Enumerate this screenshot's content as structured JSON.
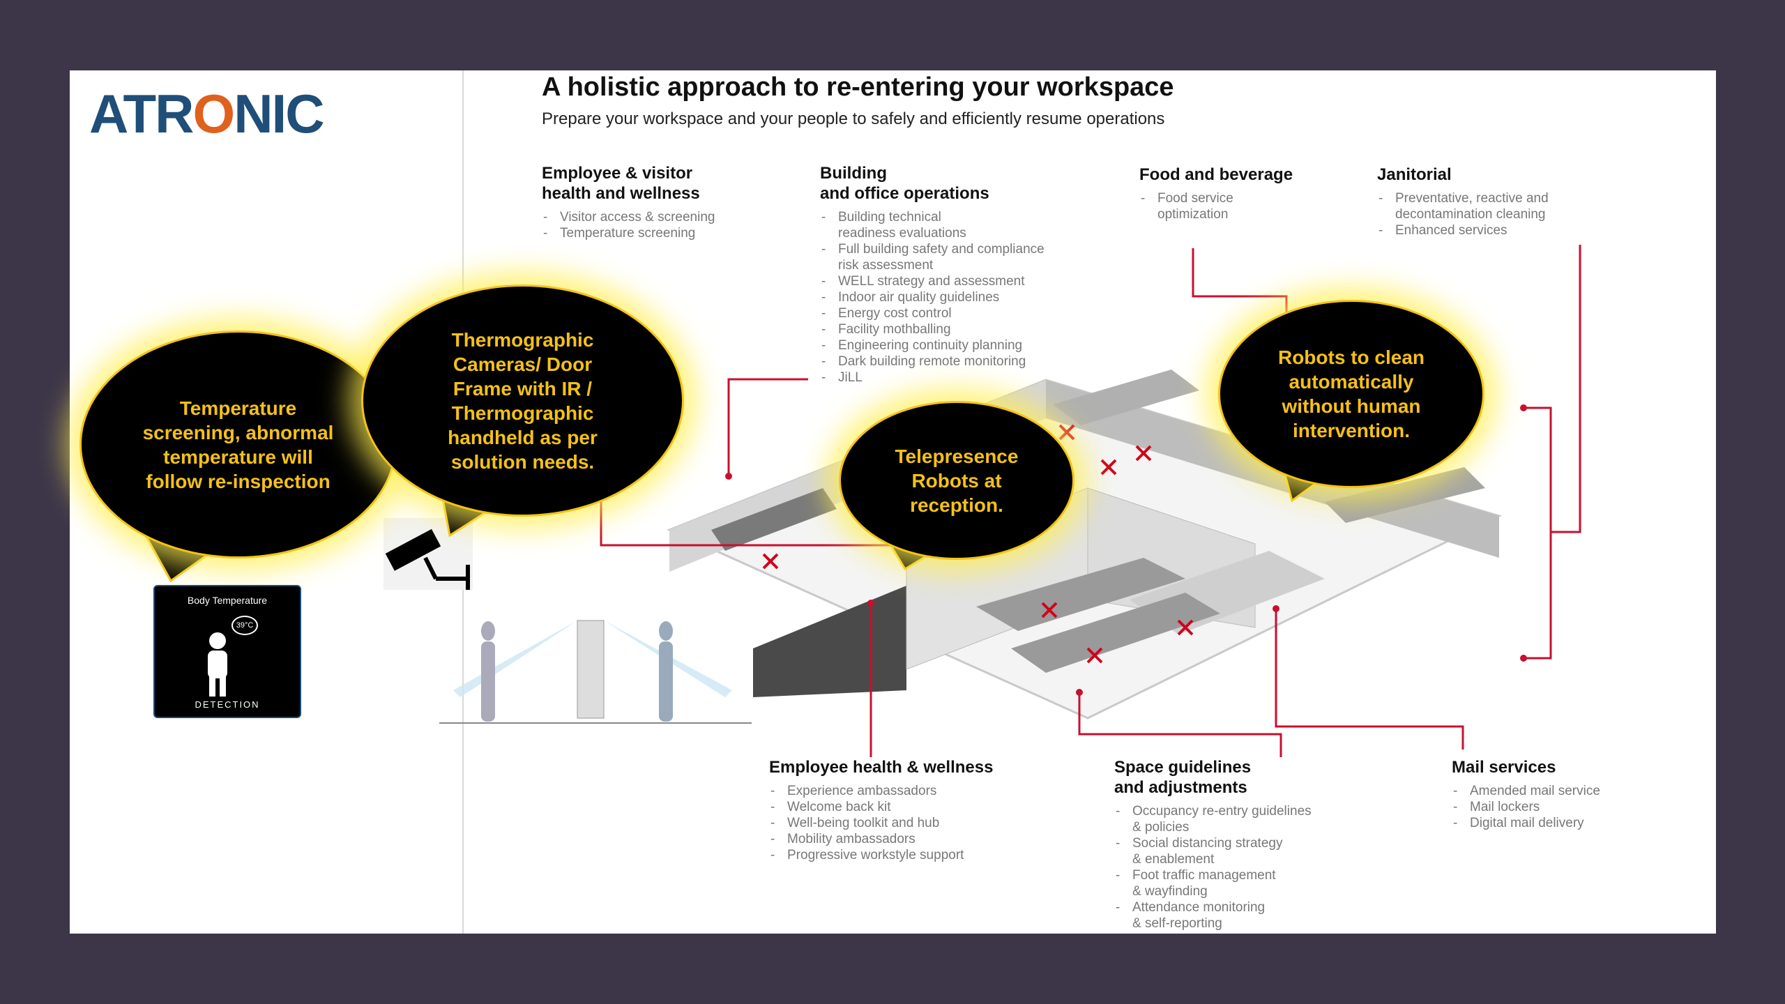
{
  "logo": {
    "text_pre": "ATR",
    "text_o": "O",
    "text_post": "NIC"
  },
  "header": {
    "title": "A holistic approach to re-entering your workspace",
    "subtitle": "Prepare your workspace and your people to safely and efficiently resume operations"
  },
  "top_sections": [
    {
      "heading": "Employee & visitor\nhealth and wellness",
      "items": [
        "Visitor access & screening",
        "Temperature screening"
      ]
    },
    {
      "heading": "Building\nand office operations",
      "items": [
        "Building technical\nreadiness evaluations",
        "Full building safety and compliance\nrisk assessment",
        "WELL strategy and assessment",
        "Indoor air quality guidelines",
        "Energy cost control",
        "Facility mothballing",
        "Engineering continuity planning",
        "Dark building remote monitoring",
        "JiLL"
      ]
    },
    {
      "heading": "Food and beverage",
      "items": [
        "Food service\noptimization"
      ]
    },
    {
      "heading": "Janitorial",
      "items": [
        "Preventative, reactive and\ndecontamination cleaning",
        "Enhanced services"
      ]
    }
  ],
  "bottom_sections": [
    {
      "heading": "Employee health & wellness",
      "items": [
        "Experience ambassadors",
        "Welcome back kit",
        "Well-being toolkit and hub",
        "Mobility ambassadors",
        "Progressive workstyle support"
      ]
    },
    {
      "heading": "Space guidelines\nand adjustments",
      "items": [
        "Occupancy re-entry guidelines\n& policies",
        "Social distancing strategy\n& enablement",
        "Foot traffic management\n& wayfinding",
        "Attendance monitoring\n& self-reporting"
      ]
    },
    {
      "heading": "Mail services",
      "items": [
        "Amended mail service",
        "Mail lockers",
        "Digital mail delivery"
      ]
    }
  ],
  "bubbles": {
    "temperature": "Temperature\nscreening, abnormal\ntemperature will\nfollow re-inspection",
    "thermographic": "Thermographic\nCameras/ Door\nFrame with IR /\nThermographic\nhandheld as per\nsolution needs.",
    "telepresence": "Telepresence\nRobots at\nreception.",
    "robots": "Robots to clean\nautomatically\nwithout human\nintervention."
  },
  "body_temp_panel": {
    "title": "Body Temperature",
    "reading": "39°C",
    "footer": "DETECTION"
  },
  "colors": {
    "background": "#3d3649",
    "accent_red": "#c8102e",
    "bubble_text": "#f5c116",
    "logo_blue": "#1f4e79",
    "logo_orange": "#e0601e"
  }
}
